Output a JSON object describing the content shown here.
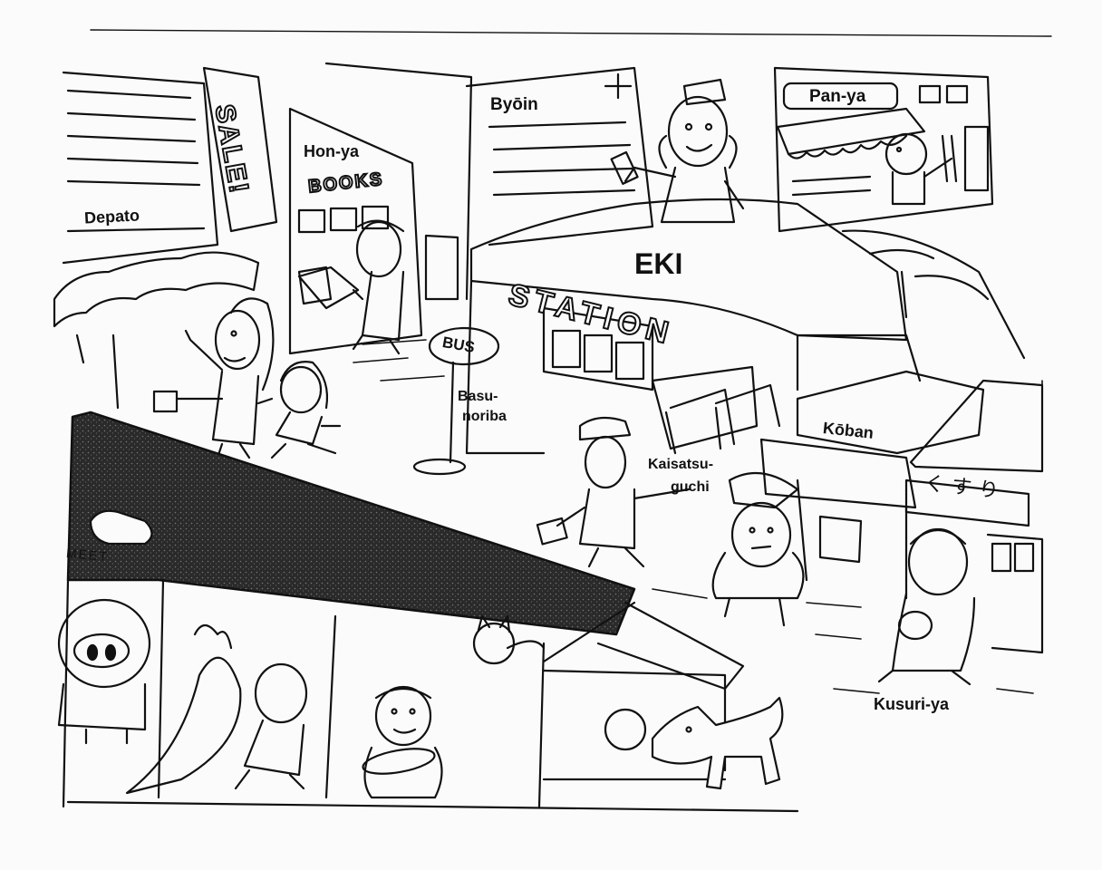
{
  "labels": {
    "depato": "Depato",
    "sale": "SALE!",
    "honya": "Hon-ya",
    "books": "BOOKS",
    "byoin": "Byōin",
    "panya": "Pan-ya",
    "eki": "EKI",
    "station": "STATION",
    "bus_sign": "BUS",
    "basunoriba_1": "Basu-",
    "basunoriba_2": "noriba",
    "kaisatsuguchi_1": "Kaisatsu-",
    "kaisatsuguchi_2": "guchi",
    "koban": "Kōban",
    "kusuri_sign": "くすり",
    "kusuriya": "Kusuri-ya",
    "meat": "MEET"
  },
  "colors": {
    "ink": "#111111",
    "paper": "#fbfbfb",
    "roof": "#2a2a2a"
  }
}
